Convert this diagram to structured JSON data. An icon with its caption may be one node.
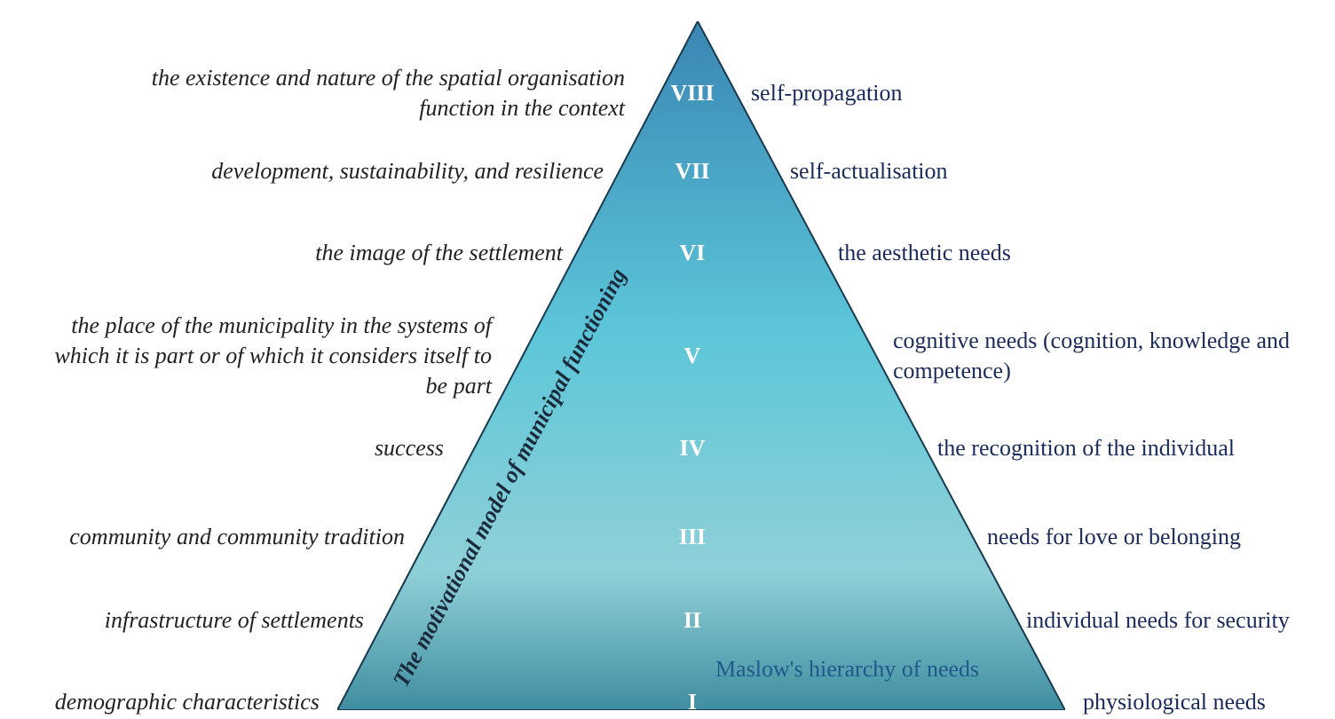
{
  "diagram": {
    "nodes": [
      {
        "text": [
          "The motivational model of municipal functioning",
          "Maslow's hierarchy of needs"
        ]
      }
    ],
    "labels": [
      "the existence and nature of the spatial organisation function in the context",
      "VIII",
      "self-propagation",
      "development, sustainability, and resilience",
      "VII",
      "self-actualisation",
      "the image of the settlement",
      "VI",
      "the aesthetic needs",
      "the place of the municipality in the systems of which it is part or of which it considers itself to be part",
      "V",
      "cognitive needs (cognition, knowledge and competence)",
      "success",
      "IV",
      "the recognition of the individual",
      "community and community tradition",
      "III",
      "needs for love or belonging",
      "infrastructure of settlements",
      "II",
      "individual needs for security",
      "demographic characteristics",
      "I",
      "physiological needs"
    ]
  }
}
